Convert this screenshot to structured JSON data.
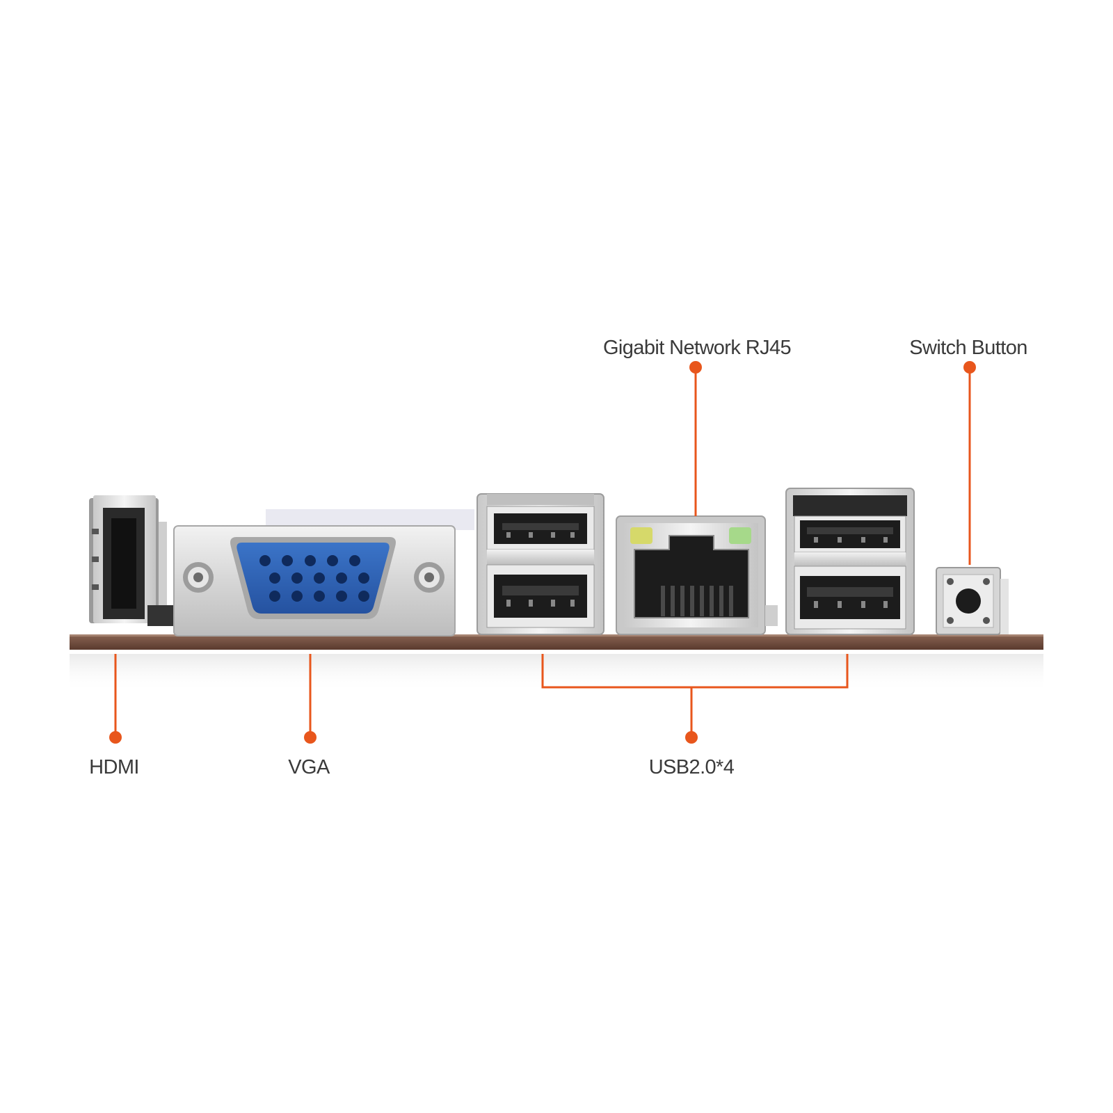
{
  "labels": {
    "gigabit_network_rj45": "Gigabit Network RJ45",
    "switch_button": "Switch Button",
    "hdmi": "HDMI",
    "vga": "VGA",
    "usb": "USB2.0*4"
  },
  "colors": {
    "accent": "#e8561c",
    "board": "#6b4a3c",
    "metal": "#d9d9d9",
    "vga_blue": "#2f63b5",
    "label_text": "#3a3a3a"
  }
}
